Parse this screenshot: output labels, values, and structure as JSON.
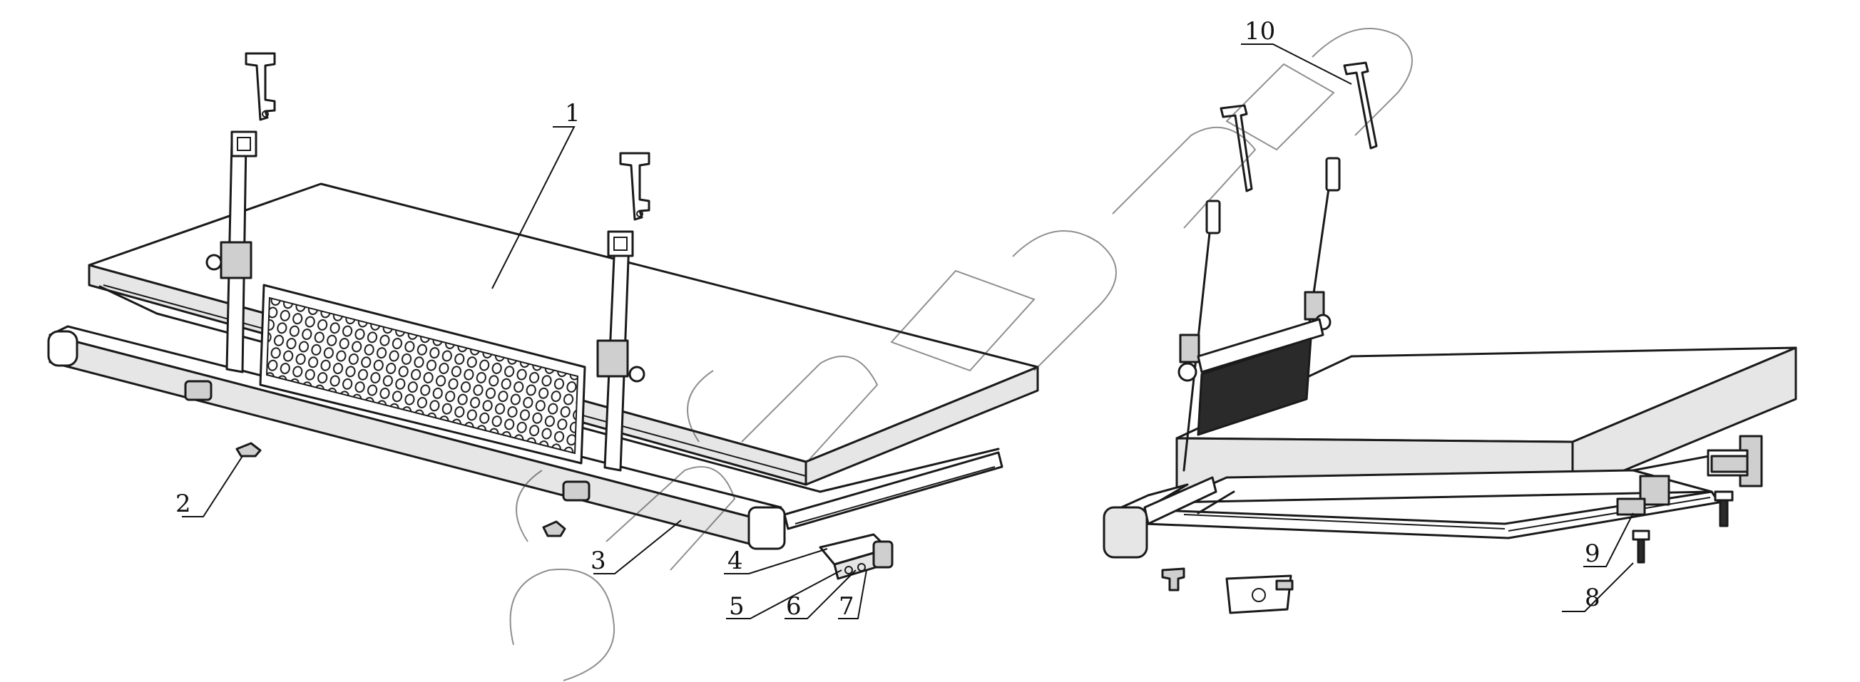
{
  "callouts": {
    "c1": "1",
    "c2": "2",
    "c3": "3",
    "c4": "4",
    "c5": "5",
    "c6": "6",
    "c7": "7",
    "c8": "8",
    "c9": "9",
    "c10": "10"
  },
  "colors": {
    "ink": "#1a1a1a",
    "background": "#ffffff"
  }
}
